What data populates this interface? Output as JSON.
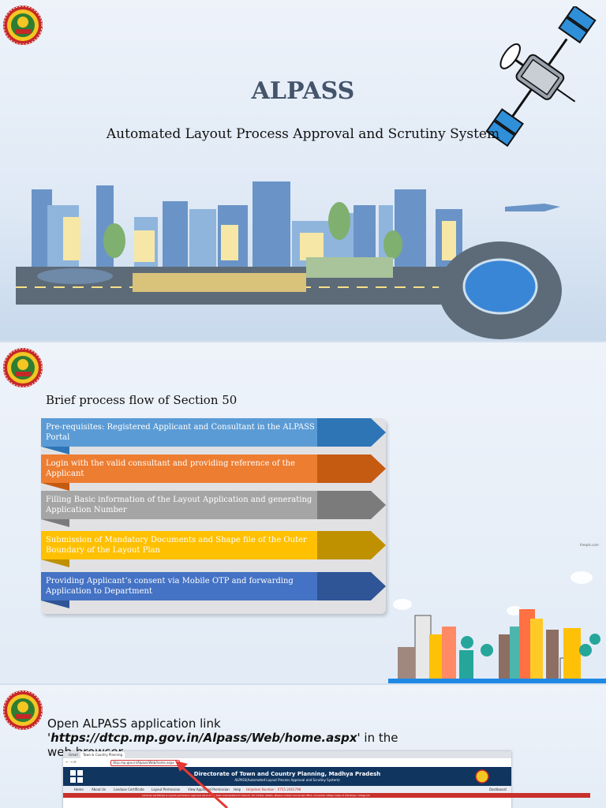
{
  "slide1": {
    "title": "ALPASS",
    "subtitle": "Automated Layout Process Approval and Scrutiny System"
  },
  "slide2": {
    "heading": "Brief process flow of Section 50",
    "steps": [
      {
        "text": "Pre-requisites: Registered Applicant and Consultant in the ALPASS Portal",
        "color": "#5b9bd5",
        "dark": "#2e75b6"
      },
      {
        "text": "Login with the valid consultant and providing reference of the Applicant",
        "color": "#ed7d31",
        "dark": "#c55a11"
      },
      {
        "text": "Filling Basic information of the Layout Application and generating Application Number",
        "color": "#a5a5a5",
        "dark": "#7b7b7b"
      },
      {
        "text": "Submission of Mandatory Documents and Shape file of the Outer Boundary of the Layout Plan",
        "color": "#ffc000",
        "dark": "#bf9000"
      },
      {
        "text": "Providing Applicant’s consent via Mobile OTP and forwarding Application to Department",
        "color": "#4472c4",
        "dark": "#2f5597"
      }
    ],
    "watermark": "freepik.com"
  },
  "slide3": {
    "instruction_prefix": "Open ALPASS application link '",
    "instruction_link": "https://dtcp.mp.gov.in/Alpass/Web/home.aspx",
    "instruction_suffix": "' in the web browser",
    "browser": {
      "tab1": "Gmail",
      "tab2": "Town & Country Planning",
      "url": "dtcp.mp.gov.in/Alpass/Web/home.aspx",
      "site_title": "Directorate of Town and Country Planning, Madhya Pradesh",
      "site_subtitle": "ALPASS(Automated Layout Process Approval and Scrutiny System)",
      "nav": [
        "Home",
        "About Us",
        "Landuse Certificate",
        "Layout Permission",
        "View Approved Permission",
        "Help",
        "Helpdesk Number : 0755-2461798",
        "Dashboard"
      ],
      "ticker": "Landuse Certificate & Layout permission approval service has been deactivated for Damoh. For further details, Please contact concerned office. Corrected village maps of Vikrampur village (Di"
    }
  },
  "colors": {
    "title": "#44546a",
    "site_header": "#10355f",
    "ticker": "#c9302c"
  }
}
